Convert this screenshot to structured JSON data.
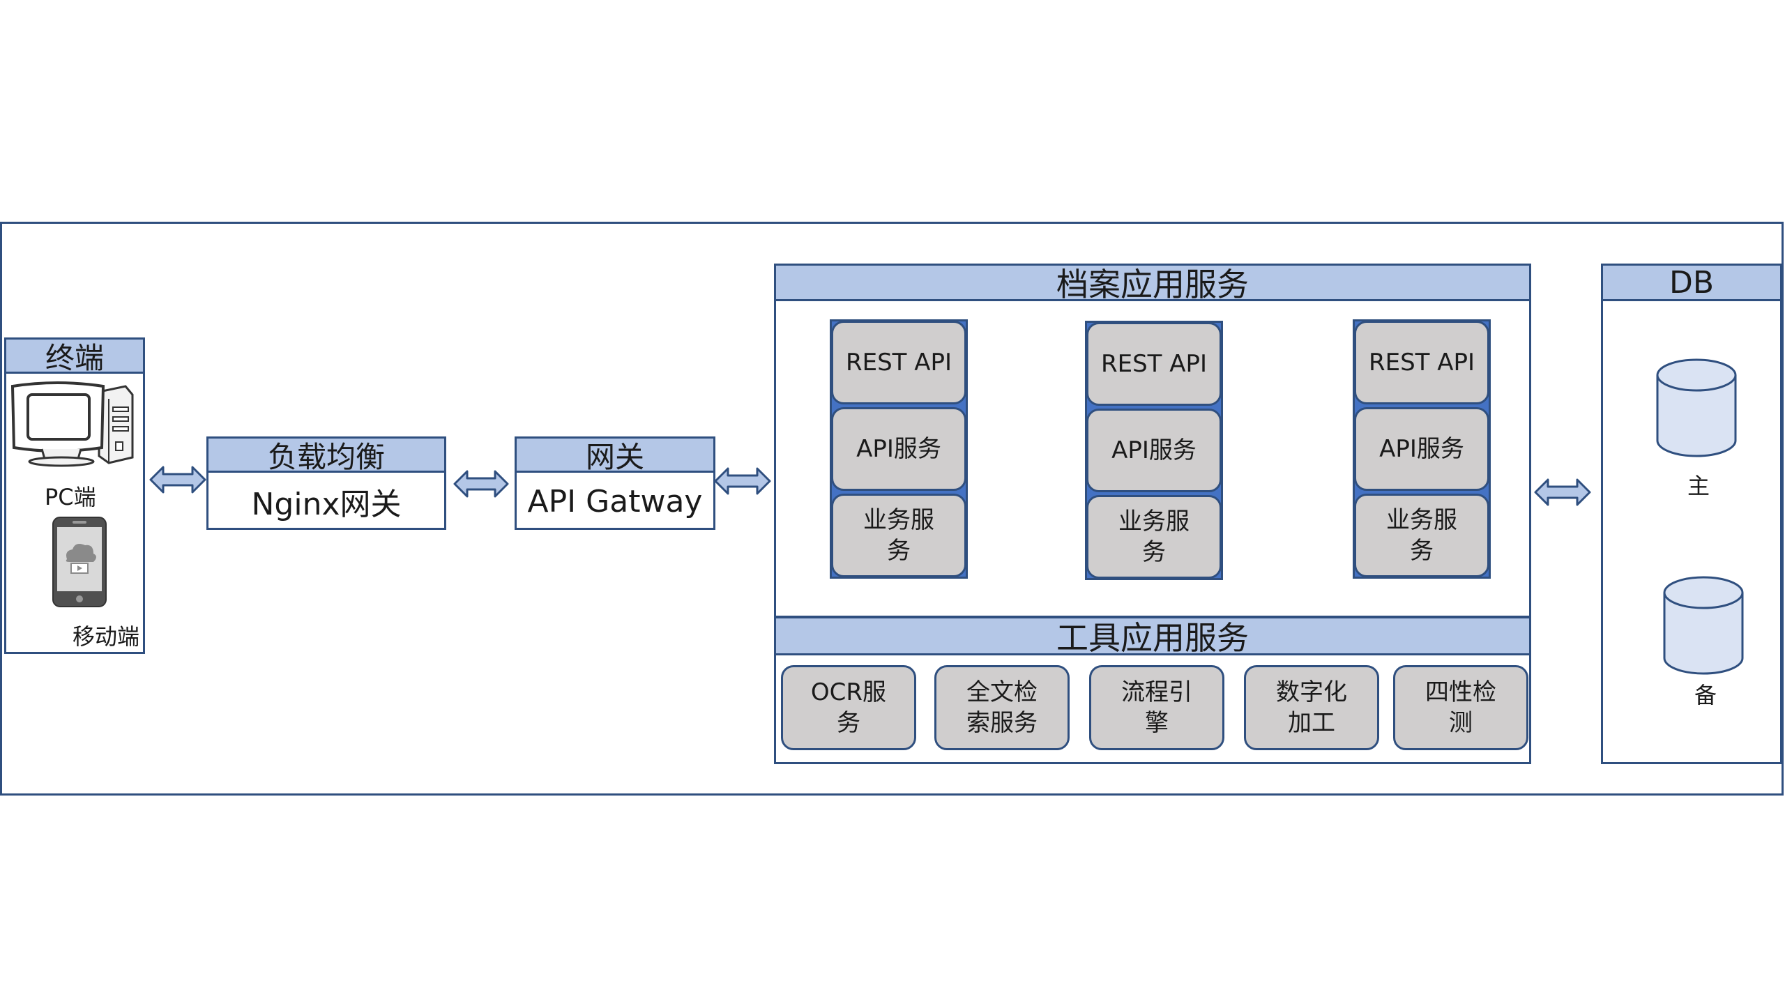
{
  "terminal": {
    "title": "终端",
    "pc_label": "PC端",
    "mobile_label": "移动端"
  },
  "load_balancer": {
    "title": "负载均衡",
    "body": "Nginx网关"
  },
  "gateway": {
    "title": "网关",
    "body": "API Gatway"
  },
  "archive_services": {
    "title": "档案应用服务",
    "instances": [
      {
        "rest_api": "REST API",
        "api_service": "API服务",
        "business_service": "业务服务"
      },
      {
        "rest_api": "REST API",
        "api_service": "API服务",
        "business_service": "业务服务"
      },
      {
        "rest_api": "REST API",
        "api_service": "API服务",
        "business_service": "业务服务"
      }
    ]
  },
  "tool_services": {
    "title": "工具应用服务",
    "items": [
      {
        "label": "OCR服务"
      },
      {
        "label": "全文检索服务"
      },
      {
        "label": "流程引擎"
      },
      {
        "label": "数字化加工"
      },
      {
        "label": "四性检测"
      }
    ]
  },
  "db": {
    "title": "DB",
    "primary_label": "主",
    "backup_label": "备"
  },
  "colors": {
    "border": "#2f4f7f",
    "header_fill": "#b4c7e7",
    "stack_fill": "#4472c4",
    "pill_fill": "#d0cece",
    "db_fill": "#dae3f3",
    "arrow_fill": "#b4c7e7"
  }
}
